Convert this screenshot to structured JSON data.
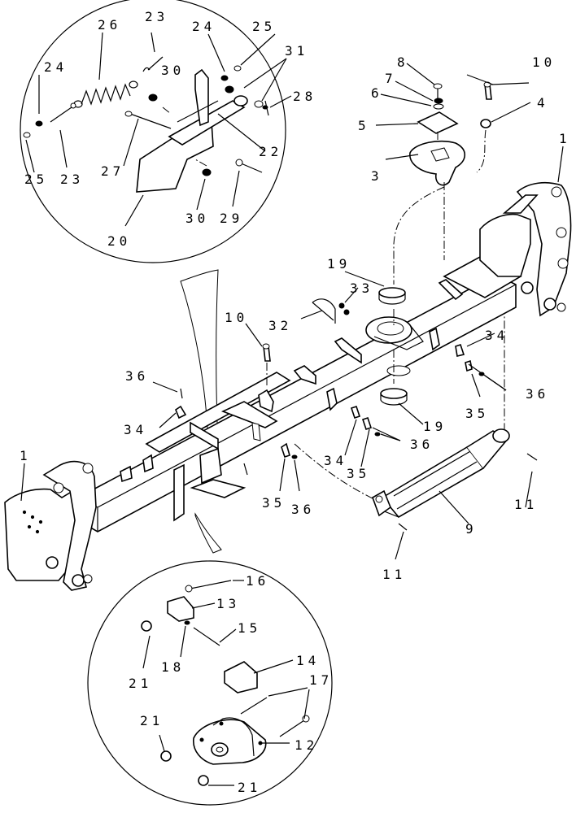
{
  "callouts": {
    "c1_right": "1",
    "c1_left": "1",
    "c3": "3",
    "c4": "4",
    "c5": "5",
    "c6": "6",
    "c7": "7",
    "c8": "8",
    "c9": "9",
    "c10_top": "10",
    "c10_mid": "10",
    "c11_right": "11",
    "c11_bottom": "11",
    "c12": "12",
    "c13": "13",
    "c14": "14",
    "c15": "15",
    "c16": "16",
    "c17": "17",
    "c18": "18",
    "c19_top": "19",
    "c19_bottom": "19",
    "c20": "20",
    "c21_a": "21",
    "c21_b": "21",
    "c21_c": "21",
    "c22": "22",
    "c23_top": "23",
    "c23_left": "23",
    "c24_top": "24",
    "c24_left": "24",
    "c25_top": "25",
    "c25_left": "25",
    "c26": "26",
    "c27": "27",
    "c28": "28",
    "c29": "29",
    "c30_top": "30",
    "c30_bottom": "30",
    "c31": "31",
    "c32": "32",
    "c33": "33",
    "c34_right": "34",
    "c34_left": "34",
    "c34_mid": "34",
    "c35_right": "35",
    "c35_mid": "35",
    "c35_bottom": "35",
    "c36_left": "36",
    "c36_right": "36",
    "c36_mid": "36",
    "c36_bottom": "36"
  }
}
